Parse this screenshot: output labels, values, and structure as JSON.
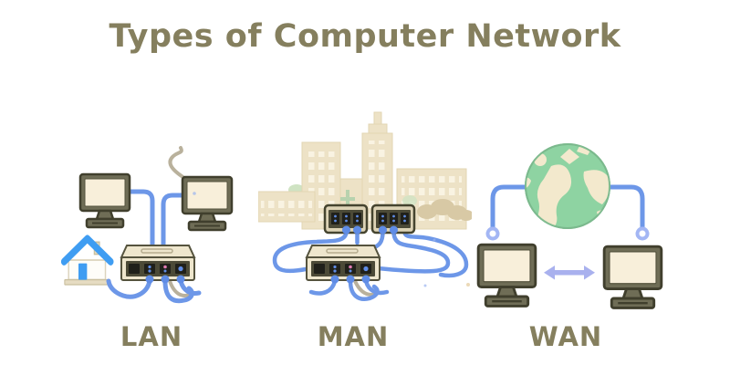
{
  "title": "Types of Computer Network",
  "sections": [
    {
      "id": "lan",
      "label": "LAN"
    },
    {
      "id": "man",
      "label": "MAN"
    },
    {
      "id": "wan",
      "label": "WAN"
    }
  ],
  "icons": {
    "lan": [
      "monitor-icon",
      "monitor-icon",
      "house-icon",
      "router-icon",
      "cable-lines"
    ],
    "man": [
      "city-skyline-icon",
      "network-switch-icon",
      "network-switch-icon",
      "router-icon",
      "cable-lines"
    ],
    "wan": [
      "globe-icon",
      "monitor-icon",
      "monitor-icon",
      "cable-lines",
      "double-arrow-icon"
    ]
  },
  "colors": {
    "text_olive": "#857f5e",
    "cable_blue": "#6d97e8",
    "cable_tan": "#b9b19c",
    "terminal_ring_blue": "#a3b6f4",
    "arrow_purple": "#a9b1ee",
    "monitor_frame": "#6f6d56",
    "monitor_outline": "#403f2d",
    "screen_cream": "#f8efda",
    "device_body": "#eee6cd",
    "device_panel": "#4c4a37",
    "device_port": "#20201a",
    "port_dot_blue": "#5f8ce6",
    "port_dot_pink": "#e07bb2",
    "house_blue": "#3f9df2",
    "building_beige": "#ede2c6",
    "window_cream": "#f9f3e2",
    "bush_tan": "#d8c9a5",
    "globe_green": "#8ed3a2",
    "globe_cream": "#f3e9cd",
    "background": "#ffffff"
  }
}
